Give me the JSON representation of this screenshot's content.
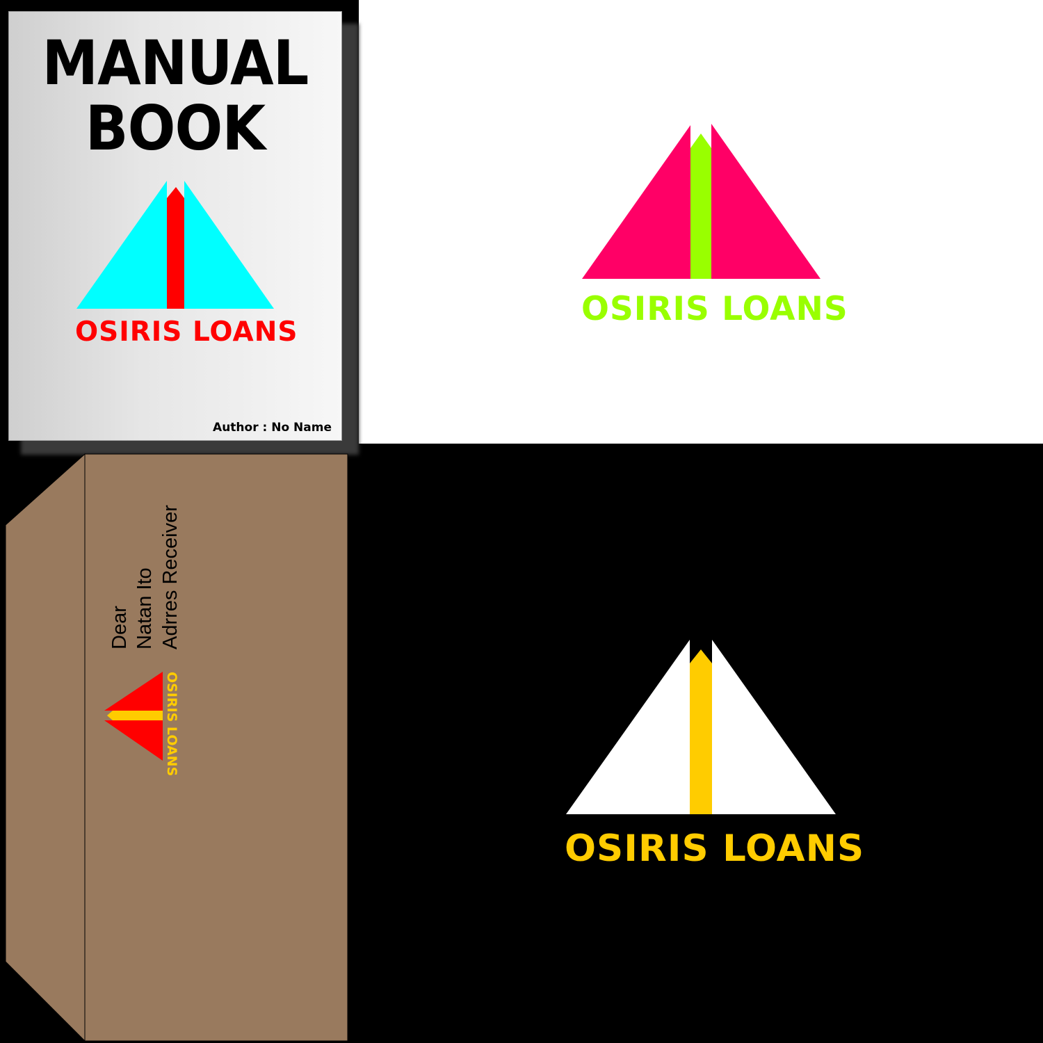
{
  "book": {
    "title_line1": "MANUAL",
    "title_line2": "BOOK",
    "brand": "OSIRIS LOANS",
    "author": "Author : No Name",
    "colors": {
      "triangle": "#00ffff",
      "pencil": "#ff0000",
      "brand_text": "#ff0000"
    }
  },
  "logo_white": {
    "brand": "OSIRIS LOANS",
    "colors": {
      "triangle": "#ff0066",
      "pencil": "#99ff00",
      "brand_text": "#99ff00",
      "background": "#ffffff"
    }
  },
  "logo_black": {
    "brand": "OSIRIS LOANS",
    "colors": {
      "triangle": "#ffffff",
      "pencil": "#ffcc00",
      "brand_text": "#ffcc00",
      "background": "#000000"
    }
  },
  "box": {
    "address_lines": [
      "Dear",
      "Natan Ito",
      "Adrres Receiver"
    ],
    "brand": "OSIRIS LOANS",
    "colors": {
      "box": "#997a5e",
      "triangle": "#ff0000",
      "pencil": "#ffcc00",
      "brand_text": "#ffcc00"
    }
  }
}
